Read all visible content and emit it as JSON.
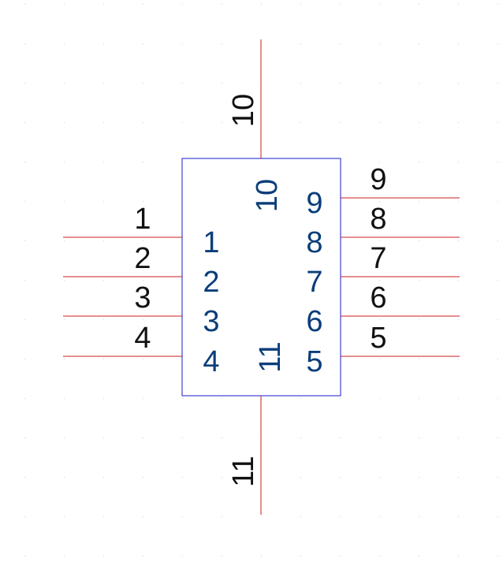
{
  "component": {
    "colors": {
      "pin_line": "#cc1f1f",
      "body_outline": "#1a1acc",
      "pin_number": "#111111",
      "pin_name": "#0a3d7a",
      "background": "#ffffff",
      "grid_dot": "#cfcfcf"
    },
    "pins": [
      {
        "id": "p1",
        "number": "1",
        "name": "1",
        "side": "left"
      },
      {
        "id": "p2",
        "number": "2",
        "name": "2",
        "side": "left"
      },
      {
        "id": "p3",
        "number": "3",
        "name": "3",
        "side": "left"
      },
      {
        "id": "p4",
        "number": "4",
        "name": "4",
        "side": "left"
      },
      {
        "id": "p5",
        "number": "5",
        "name": "5",
        "side": "right"
      },
      {
        "id": "p6",
        "number": "6",
        "name": "6",
        "side": "right"
      },
      {
        "id": "p7",
        "number": "7",
        "name": "7",
        "side": "right"
      },
      {
        "id": "p8",
        "number": "8",
        "name": "8",
        "side": "right"
      },
      {
        "id": "p9",
        "number": "9",
        "name": "9",
        "side": "right"
      },
      {
        "id": "p10",
        "number": "10",
        "name": "10",
        "side": "top"
      },
      {
        "id": "p11",
        "number": "11",
        "name": "11",
        "side": "bottom"
      }
    ]
  }
}
